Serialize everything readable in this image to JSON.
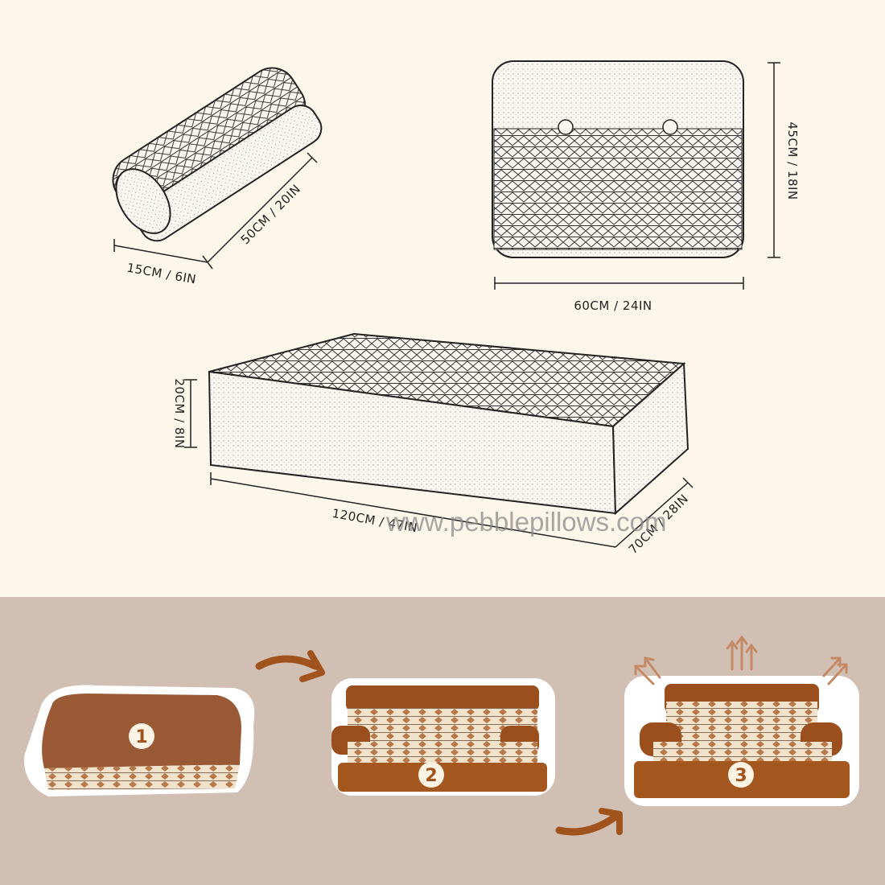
{
  "dimensions": {
    "bolster_diameter": "15CM / 6IN",
    "bolster_length": "50CM / 20IN",
    "back_width": "60CM / 24IN",
    "back_height": "45CM / 18IN",
    "seat_height": "20CM / 8IN",
    "seat_length": "120CM / 47IN",
    "seat_depth": "70CM / 28IN"
  },
  "watermark": "www.pebblepillows.com",
  "steps": [
    "1",
    "2",
    "3"
  ],
  "colors": {
    "top_background": "#fdf6eb",
    "bottom_background": "#d1bfb4",
    "accent_brown": "#a0531c",
    "fabric_brown": "#9a4f1c",
    "pattern_cream": "#efe0c8"
  }
}
